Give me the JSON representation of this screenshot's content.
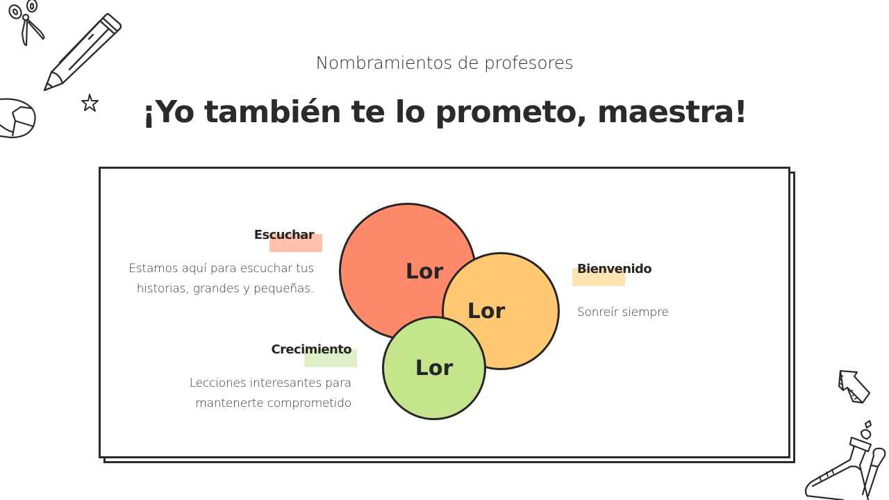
{
  "header": {
    "subtitle": "Nombramientos de profesores",
    "title": "¡Yo también te lo prometo, maestra!"
  },
  "diagram": {
    "circles": [
      {
        "label": "Lor",
        "color": "#ff8a6b"
      },
      {
        "label": "Lor",
        "color": "#ffc872"
      },
      {
        "label": "Lor",
        "color": "#c4e58c"
      }
    ],
    "items": [
      {
        "title": "Escuchar",
        "highlight": "#ffc1ac",
        "text": [
          "Estamos aquí para escuchar tus",
          "historias, grandes y pequeñas."
        ]
      },
      {
        "title": "Bienvenido",
        "highlight": "#ffe3b3",
        "text": [
          "Sonreír siempre"
        ]
      },
      {
        "title": "Crecimiento",
        "highlight": "#dff0c6",
        "text": [
          "Lecciones interesantes para",
          "mantenerte comprometido"
        ]
      }
    ]
  },
  "decorations": [
    "scissors-icon",
    "pencil-icon",
    "star-icon",
    "pie-chart-icon",
    "arrow-icon",
    "flask-icon",
    "dropper-icon"
  ]
}
